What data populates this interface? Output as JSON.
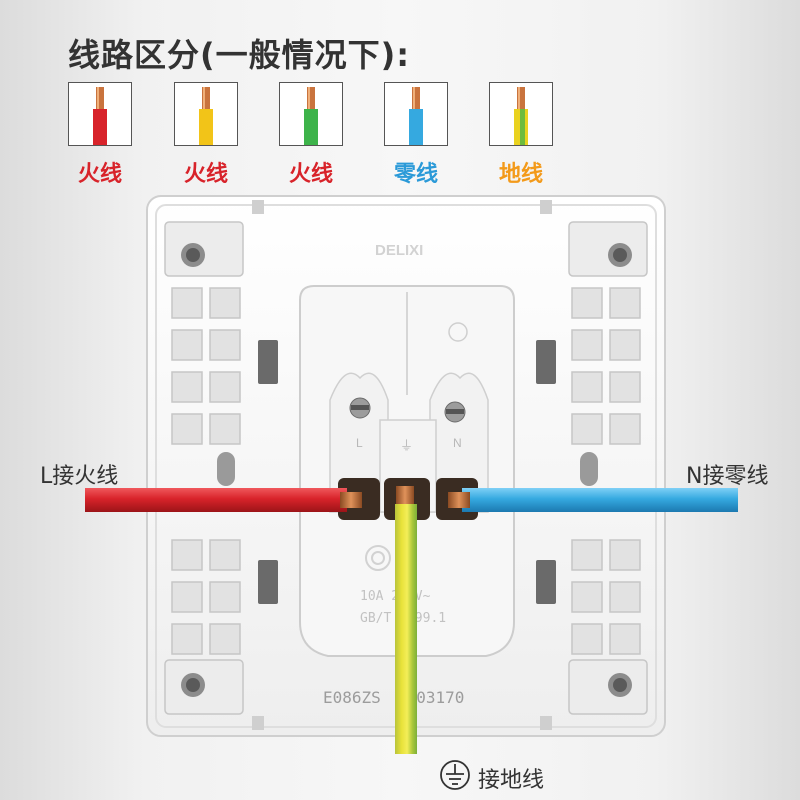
{
  "title": "线路区分(一般情况下):",
  "legend": [
    {
      "label": "火线",
      "insulation": "#d8232a",
      "label_color": "#d8232a"
    },
    {
      "label": "火线",
      "insulation": "#f2c418",
      "label_color": "#d8232a"
    },
    {
      "label": "火线",
      "insulation": "#3db34a",
      "label_color": "#d8232a"
    },
    {
      "label": "零线",
      "insulation": "#35a9e0",
      "label_color": "#2b9ad8"
    },
    {
      "label": "地线",
      "insulation": "yellow-green",
      "label_color": "#f39a1a"
    }
  ],
  "socket": {
    "brand": "DELIXI",
    "terminals": [
      "L",
      "⏚",
      "N"
    ],
    "rating_line1": "10A 250V~",
    "rating_line2": "GB/T 2099.1",
    "model": "E086ZS",
    "serial": "2103170"
  },
  "wires": {
    "live_label": "L接火线",
    "neutral_label": "N接零线",
    "earth_label": "接地线"
  },
  "colors": {
    "live": "#d8232a",
    "neutral": "#35a9e0",
    "earth_yellow": "#e8e23a",
    "earth_green": "#7cc242",
    "copper": "#c9733d"
  },
  "icons": [
    "ground-symbol-icon"
  ]
}
